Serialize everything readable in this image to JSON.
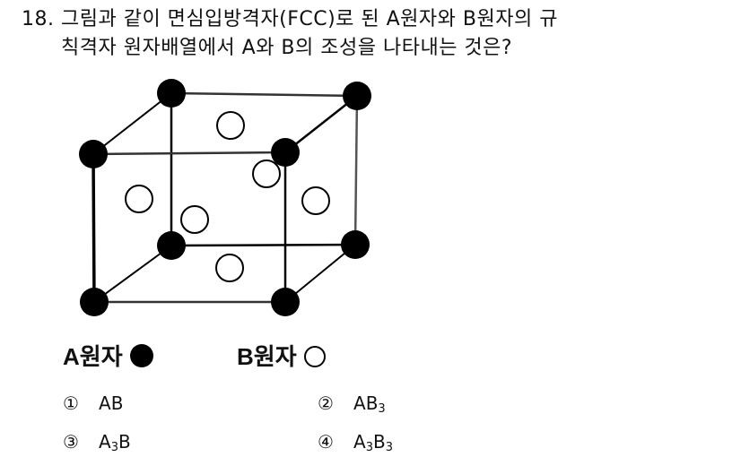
{
  "question": {
    "number": "18.",
    "line1": "그림과 같이 면심입방격자(FCC)로 된 A원자와 B원자의 규",
    "line2": "칙격자 원자배열에서 A와 B의 조성을 나타내는 것은?"
  },
  "figure": {
    "description": "FCC unit cell: A atoms (filled) at 8 corners, B atoms (open) at 6 face centers",
    "corner_atom_color": "#000000",
    "face_atom_color": "#ffffff"
  },
  "legend": {
    "a_label": "A원자",
    "a_symbol": "filled-circle",
    "b_label": "B원자",
    "b_symbol": "open-circle"
  },
  "choices": [
    {
      "num": "①",
      "main": "AB",
      "parts": [
        {
          "t": "A"
        },
        {
          "t": "B"
        }
      ]
    },
    {
      "num": "②",
      "main": "AB3",
      "parts": [
        {
          "t": "A"
        },
        {
          "t": "B"
        },
        {
          "sub": "3"
        }
      ]
    },
    {
      "num": "③",
      "main": "A3B",
      "parts": [
        {
          "t": "A"
        },
        {
          "sub": "3"
        },
        {
          "t": "B"
        }
      ]
    },
    {
      "num": "④",
      "main": "A3B3",
      "parts": [
        {
          "t": "A"
        },
        {
          "sub": "3"
        },
        {
          "t": "B"
        },
        {
          "sub": "3"
        }
      ]
    }
  ]
}
